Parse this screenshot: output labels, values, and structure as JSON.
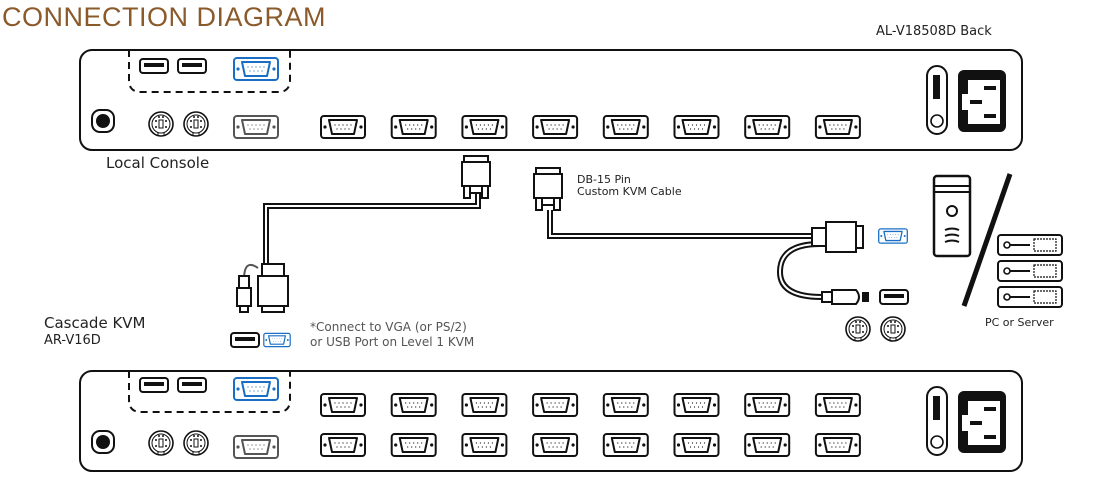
{
  "title": "CONNECTION DIAGRAM",
  "colors": {
    "title": "#8b5a2b",
    "accent_blue": "#1a6fc4",
    "line": "#222222",
    "label": "#222222",
    "note": "#555555"
  },
  "top_unit": {
    "model_label": "AL-V18508D Back",
    "console_label": "Local Console",
    "computer_ports": 8,
    "port_rows": 1
  },
  "cascade_unit": {
    "label": "Cascade KVM",
    "model": "AR-V16D",
    "computer_ports": 16,
    "port_rows": 2
  },
  "cable": {
    "line1": "DB-15 Pin",
    "line2": "Custom KVM Cable"
  },
  "note": {
    "line1": "*Connect to VGA (or PS/2)",
    "line2": "or USB Port on Level 1 KVM"
  },
  "target": {
    "label": "PC or Server"
  },
  "icons": {
    "usb": "usb-port-icon",
    "vga": "vga-port-icon",
    "ps2": "ps2-port-icon",
    "audio": "audio-jack-icon",
    "power_switch": "power-switch-icon",
    "power_inlet": "power-inlet-icon",
    "pc": "pc-tower-icon",
    "server": "server-rack-icon"
  }
}
